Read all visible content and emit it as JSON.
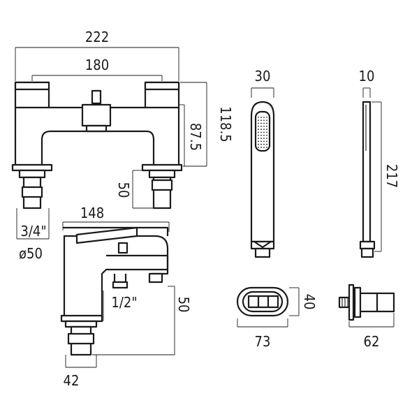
{
  "labels": {
    "overall_width": "222",
    "centres": "180",
    "height_total": "118.5",
    "height_spout": "87.5",
    "tail_length": "50",
    "thread_bath": "3/4\"",
    "flange_diameter": "ø50",
    "basin_projection": "148",
    "thread_basin": "1/2\"",
    "basin_tail": "50",
    "basin_flange": "42",
    "handset_width": "30",
    "handset_depth": "10",
    "handset_length": "217",
    "wall_outlet_height": "40",
    "wall_outlet_width": "73",
    "wall_outlet_depth": "62"
  },
  "colors": {
    "line": "#1a1a1a",
    "background": "#ffffff"
  }
}
